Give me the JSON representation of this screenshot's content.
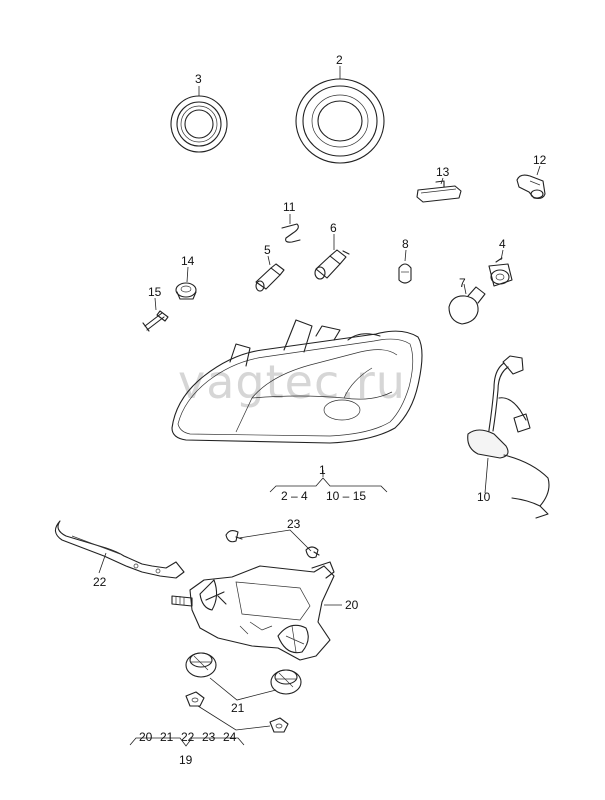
{
  "watermark": "vagtec.ru",
  "parts": {
    "p1": "1",
    "p2": "2",
    "p3": "3",
    "p4": "4",
    "p5": "5",
    "p6": "6",
    "p7": "7",
    "p8": "8",
    "p10": "10",
    "p11": "11",
    "p12": "12",
    "p13": "13",
    "p14": "14",
    "p15": "15",
    "p19": "19",
    "p20": "20",
    "p21": "21",
    "p22": "22",
    "p23": "23"
  },
  "groups": {
    "g1a": "2 – 4",
    "g1b": "10 – 15",
    "g19": [
      "20",
      "21",
      "22",
      "23",
      "24"
    ]
  }
}
